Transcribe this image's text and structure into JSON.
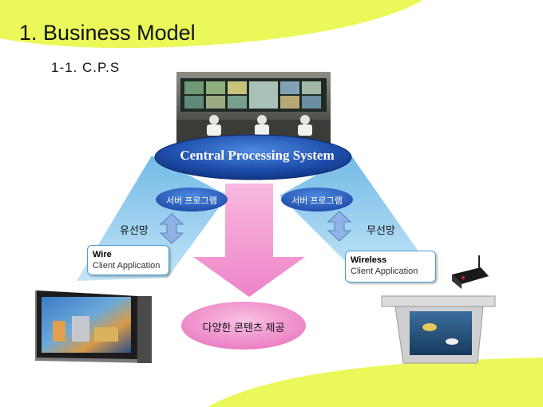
{
  "slide": {
    "title": "1. Business Model",
    "subtitle": "1-1. C.P.S"
  },
  "diagram": {
    "central": "Central Processing System",
    "server_left": "서버 프로그램",
    "server_right": "서버 프로그램",
    "wired_label": "유선망",
    "wireless_label": "무선망",
    "wire_client": {
      "title": "Wire",
      "subtitle": "Client Application"
    },
    "wireless_client": {
      "title": "Wireless",
      "subtitle": "Client Application"
    },
    "content": "다양한 콘텐츠 제공"
  },
  "colors": {
    "accent_yellow": "#eaf85a",
    "beam_blue": "#8ec9ec",
    "ellipse_blue": "#1f4fae",
    "pink": "#ee84c8",
    "arrow_blue": "#8fb3e6"
  }
}
